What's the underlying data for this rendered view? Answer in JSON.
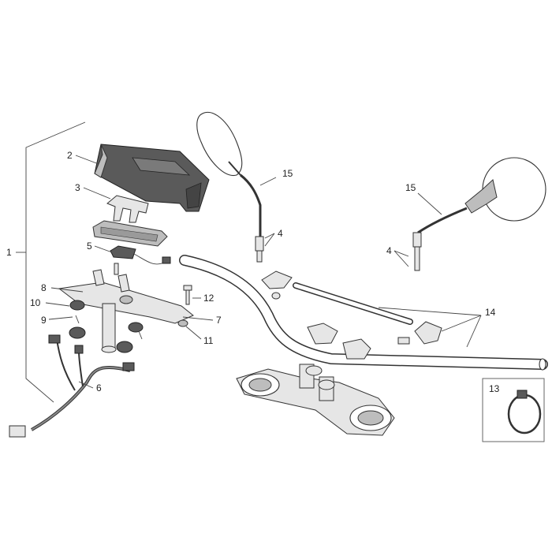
{
  "diagram": {
    "labels": {
      "l1": "1",
      "l2": "2",
      "l3": "3",
      "l4a": "4",
      "l4b": "4",
      "l5": "5",
      "l6": "6",
      "l7": "7",
      "l8": "8",
      "l9": "9",
      "l10": "10",
      "l11": "11",
      "l12": "12",
      "l13": "13",
      "l14": "14",
      "l15a": "15",
      "l15b": "15"
    }
  }
}
